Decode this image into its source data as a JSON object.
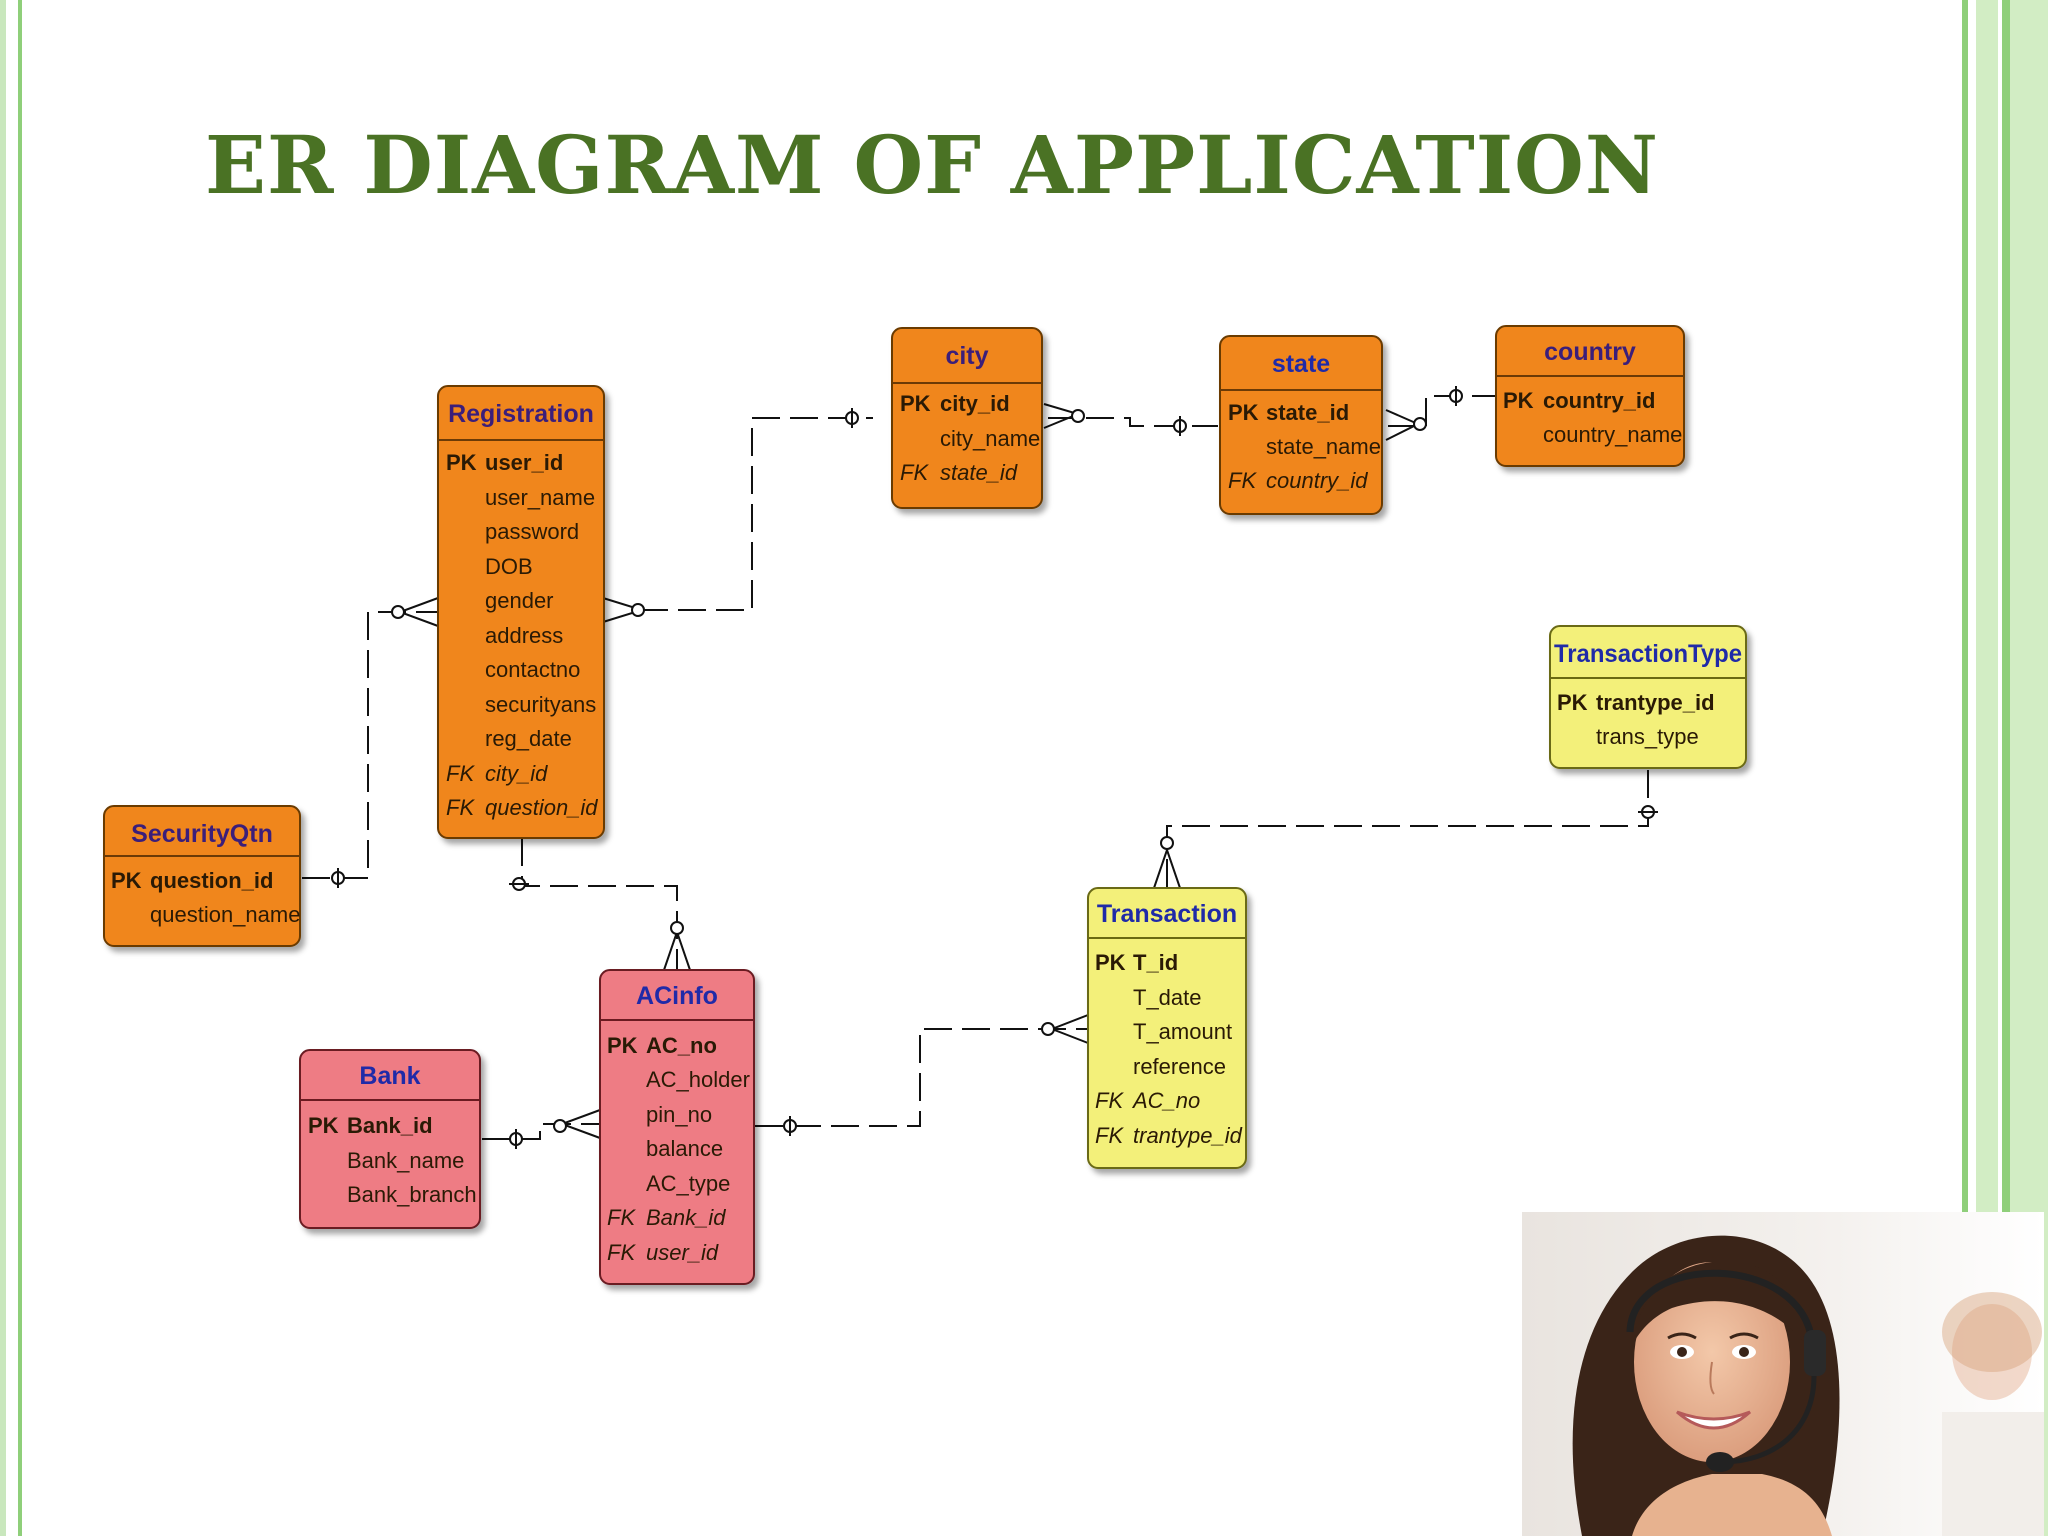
{
  "title": "ER DIAGRAM OF APPLICATION",
  "colors": {
    "title": "#4a7224",
    "orange_entity": "#f0861c",
    "pink_entity": "#ee7c84",
    "yellow_entity": "#f3f07a",
    "entity_title_orange": "#3b1e7a",
    "entity_title_blue": "#1f2aa8",
    "frame_green": "#8fcf7a"
  },
  "entities": {
    "city": {
      "name": "city",
      "attrs": [
        {
          "key": "PK",
          "name": "city_id"
        },
        {
          "key": "",
          "name": "city_name"
        },
        {
          "key": "FK",
          "name": "state_id"
        }
      ]
    },
    "state": {
      "name": "state",
      "attrs": [
        {
          "key": "PK",
          "name": "state_id"
        },
        {
          "key": "",
          "name": "state_name"
        },
        {
          "key": "FK",
          "name": "country_id"
        }
      ]
    },
    "country": {
      "name": "country",
      "attrs": [
        {
          "key": "PK",
          "name": "country_id"
        },
        {
          "key": "",
          "name": "country_name"
        }
      ]
    },
    "registration": {
      "name": "Registration",
      "attrs": [
        {
          "key": "PK",
          "name": "user_id"
        },
        {
          "key": "",
          "name": "user_name"
        },
        {
          "key": "",
          "name": "password"
        },
        {
          "key": "",
          "name": "DOB"
        },
        {
          "key": "",
          "name": "gender"
        },
        {
          "key": "",
          "name": "address"
        },
        {
          "key": "",
          "name": "contactno"
        },
        {
          "key": "",
          "name": "securityans"
        },
        {
          "key": "",
          "name": "reg_date"
        },
        {
          "key": "FK",
          "name": "city_id"
        },
        {
          "key": "FK",
          "name": "question_id"
        }
      ]
    },
    "transactiontype": {
      "name": "TransactionType",
      "attrs": [
        {
          "key": "PK",
          "name": "trantype_id"
        },
        {
          "key": "",
          "name": "trans_type"
        }
      ]
    },
    "securityqtn": {
      "name": "SecurityQtn",
      "attrs": [
        {
          "key": "PK",
          "name": "question_id"
        },
        {
          "key": "",
          "name": "question_name"
        }
      ]
    },
    "transaction": {
      "name": "Transaction",
      "attrs": [
        {
          "key": "PK",
          "name": "T_id"
        },
        {
          "key": "",
          "name": "T_date"
        },
        {
          "key": "",
          "name": "T_amount"
        },
        {
          "key": "",
          "name": "reference"
        },
        {
          "key": "FK",
          "name": "AC_no"
        },
        {
          "key": "FK",
          "name": "trantype_id"
        }
      ]
    },
    "acinfo": {
      "name": "ACinfo",
      "attrs": [
        {
          "key": "PK",
          "name": "AC_no"
        },
        {
          "key": "",
          "name": "AC_holder"
        },
        {
          "key": "",
          "name": "pin_no"
        },
        {
          "key": "",
          "name": "balance"
        },
        {
          "key": "",
          "name": "AC_type"
        },
        {
          "key": "FK",
          "name": "Bank_id"
        },
        {
          "key": "FK",
          "name": "user_id"
        }
      ]
    },
    "bank": {
      "name": "Bank",
      "attrs": [
        {
          "key": "PK",
          "name": "Bank_id"
        },
        {
          "key": "",
          "name": "Bank_name"
        },
        {
          "key": "",
          "name": "Bank_branch"
        }
      ]
    }
  }
}
